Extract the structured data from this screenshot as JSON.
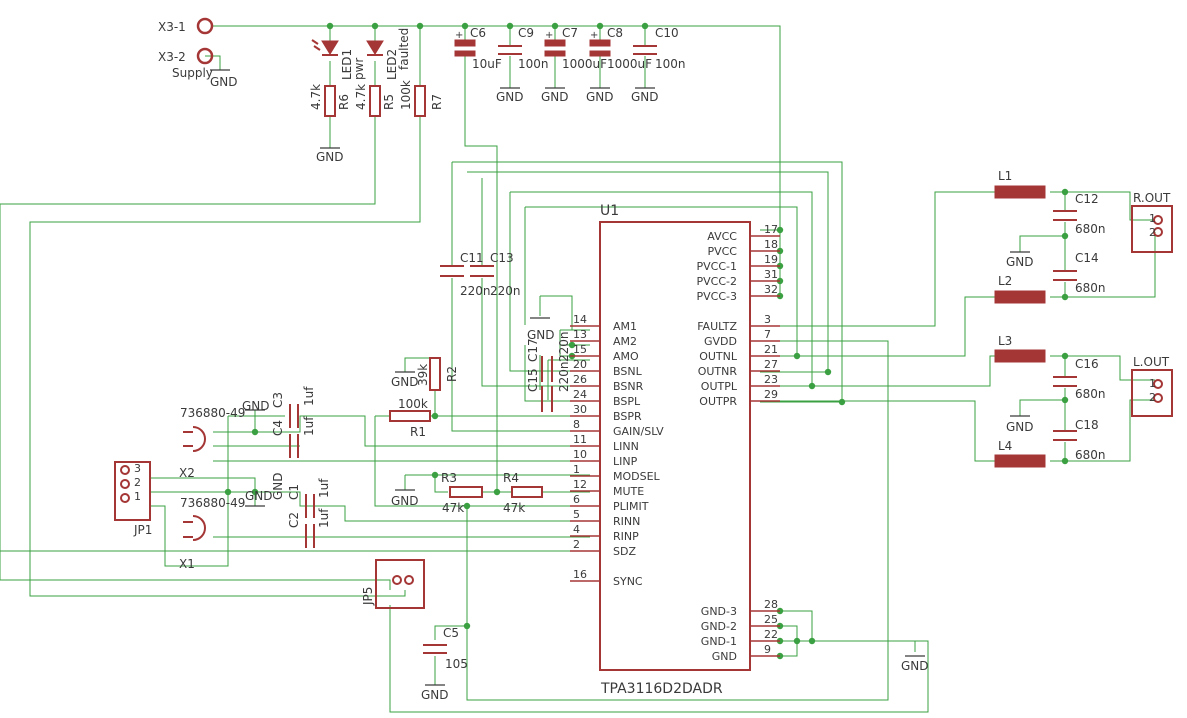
{
  "connectors": {
    "x3_1": "X3-1",
    "x3_2": "X3-2",
    "supply": "Supply",
    "r_out": "R.OUT",
    "l_out": "L.OUT",
    "jp1": "JP1",
    "jp5": "JP5",
    "x1": "X1",
    "x2": "X2",
    "x1_part": "736880-49",
    "x2_part": "736880-49",
    "pin1": "1",
    "pin2": "2",
    "pin3": "3"
  },
  "leds": {
    "led1": "LED1",
    "led1_text": "pwr",
    "led2": "LED2",
    "led2_text": "faulted"
  },
  "resistors": [
    {
      "name": "R6",
      "value": "4.7k"
    },
    {
      "name": "R5",
      "value": "4.7k"
    },
    {
      "name": "R7",
      "value": "100k"
    },
    {
      "name": "R1",
      "value": "100k"
    },
    {
      "name": "R2",
      "value": "39k"
    },
    {
      "name": "R3",
      "value": "47k"
    },
    {
      "name": "R4",
      "value": "47k"
    }
  ],
  "capacitors": [
    {
      "name": "C6",
      "value": "10uF"
    },
    {
      "name": "C9",
      "value": "100n"
    },
    {
      "name": "C7",
      "value": "1000uF"
    },
    {
      "name": "C8",
      "value": "1000uF"
    },
    {
      "name": "C10",
      "value": "100n"
    },
    {
      "name": "C11",
      "value": "220n"
    },
    {
      "name": "C13",
      "value": "220n"
    },
    {
      "name": "C15",
      "value": "220n"
    },
    {
      "name": "C17",
      "value": "220n"
    },
    {
      "name": "C12",
      "value": "680n"
    },
    {
      "name": "C14",
      "value": "680n"
    },
    {
      "name": "C16",
      "value": "680n"
    },
    {
      "name": "C18",
      "value": "680n"
    },
    {
      "name": "C1",
      "value": "1uf"
    },
    {
      "name": "C2",
      "value": "1uf"
    },
    {
      "name": "C3",
      "value": "1uf"
    },
    {
      "name": "C4",
      "value": "1uf"
    },
    {
      "name": "C5",
      "value": "105"
    }
  ],
  "inductors": [
    "L1",
    "L2",
    "L3",
    "L4"
  ],
  "gnd_label": "GND",
  "chip": {
    "ref": "U1",
    "part": "TPA3116D2DADR",
    "left_pins": [
      {
        "name": "AM1",
        "num": "14"
      },
      {
        "name": "AM2",
        "num": "13"
      },
      {
        "name": "AMO",
        "num": "15"
      },
      {
        "name": "BSNL",
        "num": "20"
      },
      {
        "name": "BSNR",
        "num": "26"
      },
      {
        "name": "BSPL",
        "num": "24"
      },
      {
        "name": "BSPR",
        "num": "30"
      },
      {
        "name": "GAIN/SLV",
        "num": "8"
      },
      {
        "name": "LINN",
        "num": "11"
      },
      {
        "name": "LINP",
        "num": "10"
      },
      {
        "name": "MODSEL",
        "num": "1"
      },
      {
        "name": "MUTE",
        "num": "12"
      },
      {
        "name": "PLIMIT",
        "num": "6"
      },
      {
        "name": "RINN",
        "num": "5"
      },
      {
        "name": "RINP",
        "num": "4"
      },
      {
        "name": "SDZ",
        "num": "2"
      },
      {
        "name": "SYNC",
        "num": "16"
      }
    ],
    "right_pins_top": [
      {
        "name": "AVCC",
        "num": "17"
      },
      {
        "name": "PVCC",
        "num": "18"
      },
      {
        "name": "PVCC-1",
        "num": "19"
      },
      {
        "name": "PVCC-2",
        "num": "31"
      },
      {
        "name": "PVCC-3",
        "num": "32"
      }
    ],
    "right_pins_mid": [
      {
        "name": "FAULTZ",
        "num": "3"
      },
      {
        "name": "GVDD",
        "num": "7"
      },
      {
        "name": "OUTNL",
        "num": "21"
      },
      {
        "name": "OUTNR",
        "num": "27"
      },
      {
        "name": "OUTPL",
        "num": "23"
      },
      {
        "name": "OUTPR",
        "num": "29"
      }
    ],
    "right_pins_bottom": [
      {
        "name": "GND-3",
        "num": "28"
      },
      {
        "name": "GND-2",
        "num": "25"
      },
      {
        "name": "GND-1",
        "num": "22"
      },
      {
        "name": "GND",
        "num": "9"
      }
    ]
  }
}
